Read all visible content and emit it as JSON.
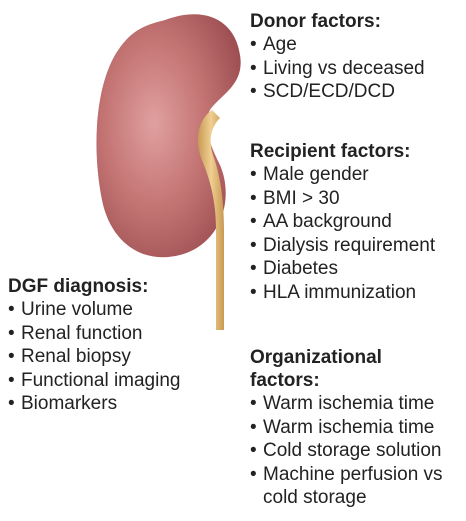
{
  "donor": {
    "heading": "Donor factors:",
    "items": [
      "Age",
      "Living vs deceased",
      "SCD/ECD/DCD"
    ]
  },
  "recipient": {
    "heading": "Recipient factors:",
    "items": [
      "Male gender",
      "BMI > 30",
      "AA background",
      "Dialysis requirement",
      "Diabetes",
      "HLA immunization"
    ]
  },
  "organizational": {
    "heading_line1": "Organizational",
    "heading_line2": "factors:",
    "items": [
      "Warm ischemia time",
      "Warm ischemia time",
      "Cold storage solution",
      "Machine perfusion vs"
    ],
    "item4_cont": "cold storage"
  },
  "dgf": {
    "heading": "DGF diagnosis:",
    "items": [
      "Urine volume",
      "Renal function",
      "Renal biopsy",
      "Functional imaging",
      "Biomarkers"
    ]
  },
  "bullet": "•",
  "colors": {
    "kidney": "#b86466",
    "kidney_highlight": "#e3a8a6",
    "ureter": "#e2b874",
    "ureter_edge": "#c89a52"
  }
}
